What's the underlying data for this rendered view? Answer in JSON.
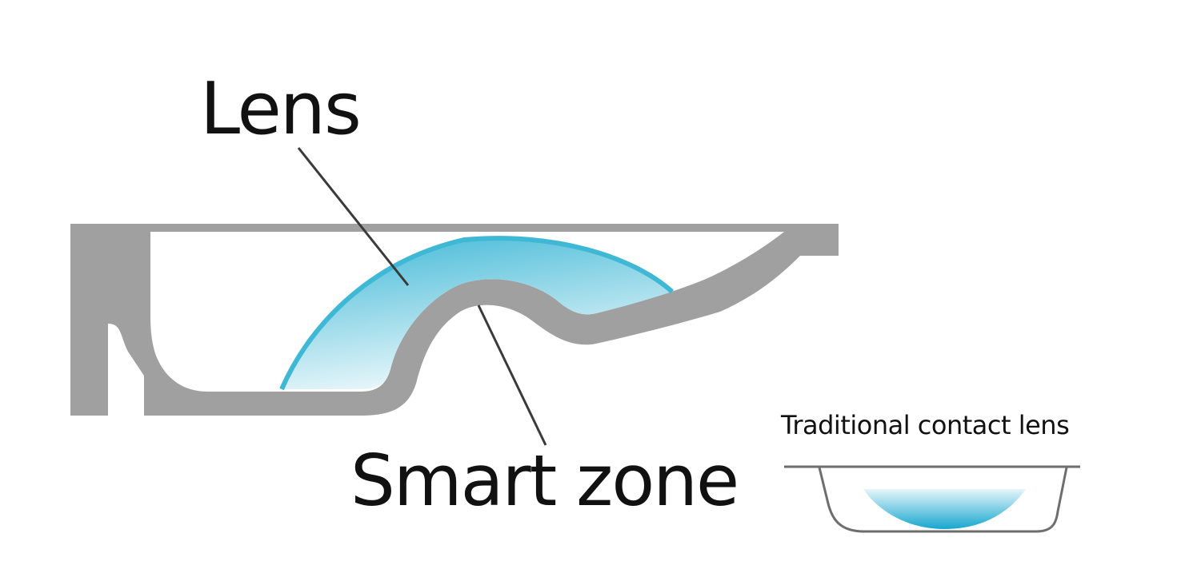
{
  "labels": {
    "lens": "Lens",
    "smart_zone": "Smart zone",
    "traditional": "Traditional contact lens"
  },
  "colors": {
    "device_gray": "#a0a0a0",
    "outline_gray": "#6e6e6e",
    "lens_blue": "#3fb8d6",
    "lens_light": "#eaf7fb",
    "leader_line": "#3a3a3a",
    "text": "#111111",
    "background": "#ffffff"
  }
}
